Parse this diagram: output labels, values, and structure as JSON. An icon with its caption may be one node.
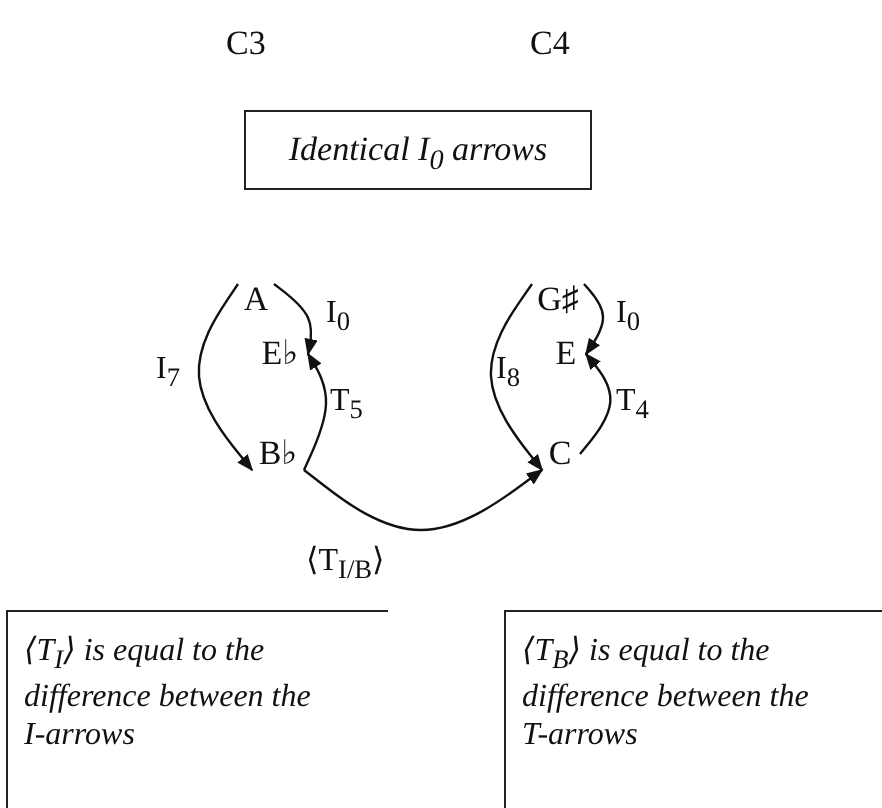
{
  "diagram": {
    "nodes": [
      {
        "text": [
          "Identical I$_{0}$ arrows"
        ]
      },
      {
        "text": [
          "A"
        ]
      },
      {
        "text": [
          "E♭"
        ]
      },
      {
        "text": [
          "B♭"
        ]
      },
      {
        "text": [
          "G♯"
        ]
      },
      {
        "text": [
          "E"
        ]
      },
      {
        "text": [
          "C"
        ]
      },
      {
        "text": [
          "⟨T$_{I}$⟩ is equal to the difference between the I-arrows"
        ]
      },
      {
        "text": [
          "⟨T$_{B}$⟩ is equal to the difference between the T-arrows"
        ]
      }
    ],
    "edges": [
      {
        "from": 1,
        "to": 3,
        "arrow": "to",
        "label": "I$_{7}$"
      },
      {
        "from": 1,
        "to": 2,
        "arrow": "to",
        "label": "I$_{0}$"
      },
      {
        "from": 3,
        "to": 2,
        "arrow": "to",
        "label": "T$_{5}$"
      },
      {
        "from": 4,
        "to": 6,
        "arrow": "to",
        "label": "I$_{8}$"
      },
      {
        "from": 4,
        "to": 5,
        "arrow": "to",
        "label": "I$_{0}$"
      },
      {
        "from": 6,
        "to": 5,
        "arrow": "to",
        "label": "T$_{4}$"
      },
      {
        "from": 3,
        "to": 6,
        "arrow": "to",
        "label": "⟨T$_{I/B}$⟩"
      }
    ],
    "labels": [
      "C3",
      "C4"
    ]
  }
}
